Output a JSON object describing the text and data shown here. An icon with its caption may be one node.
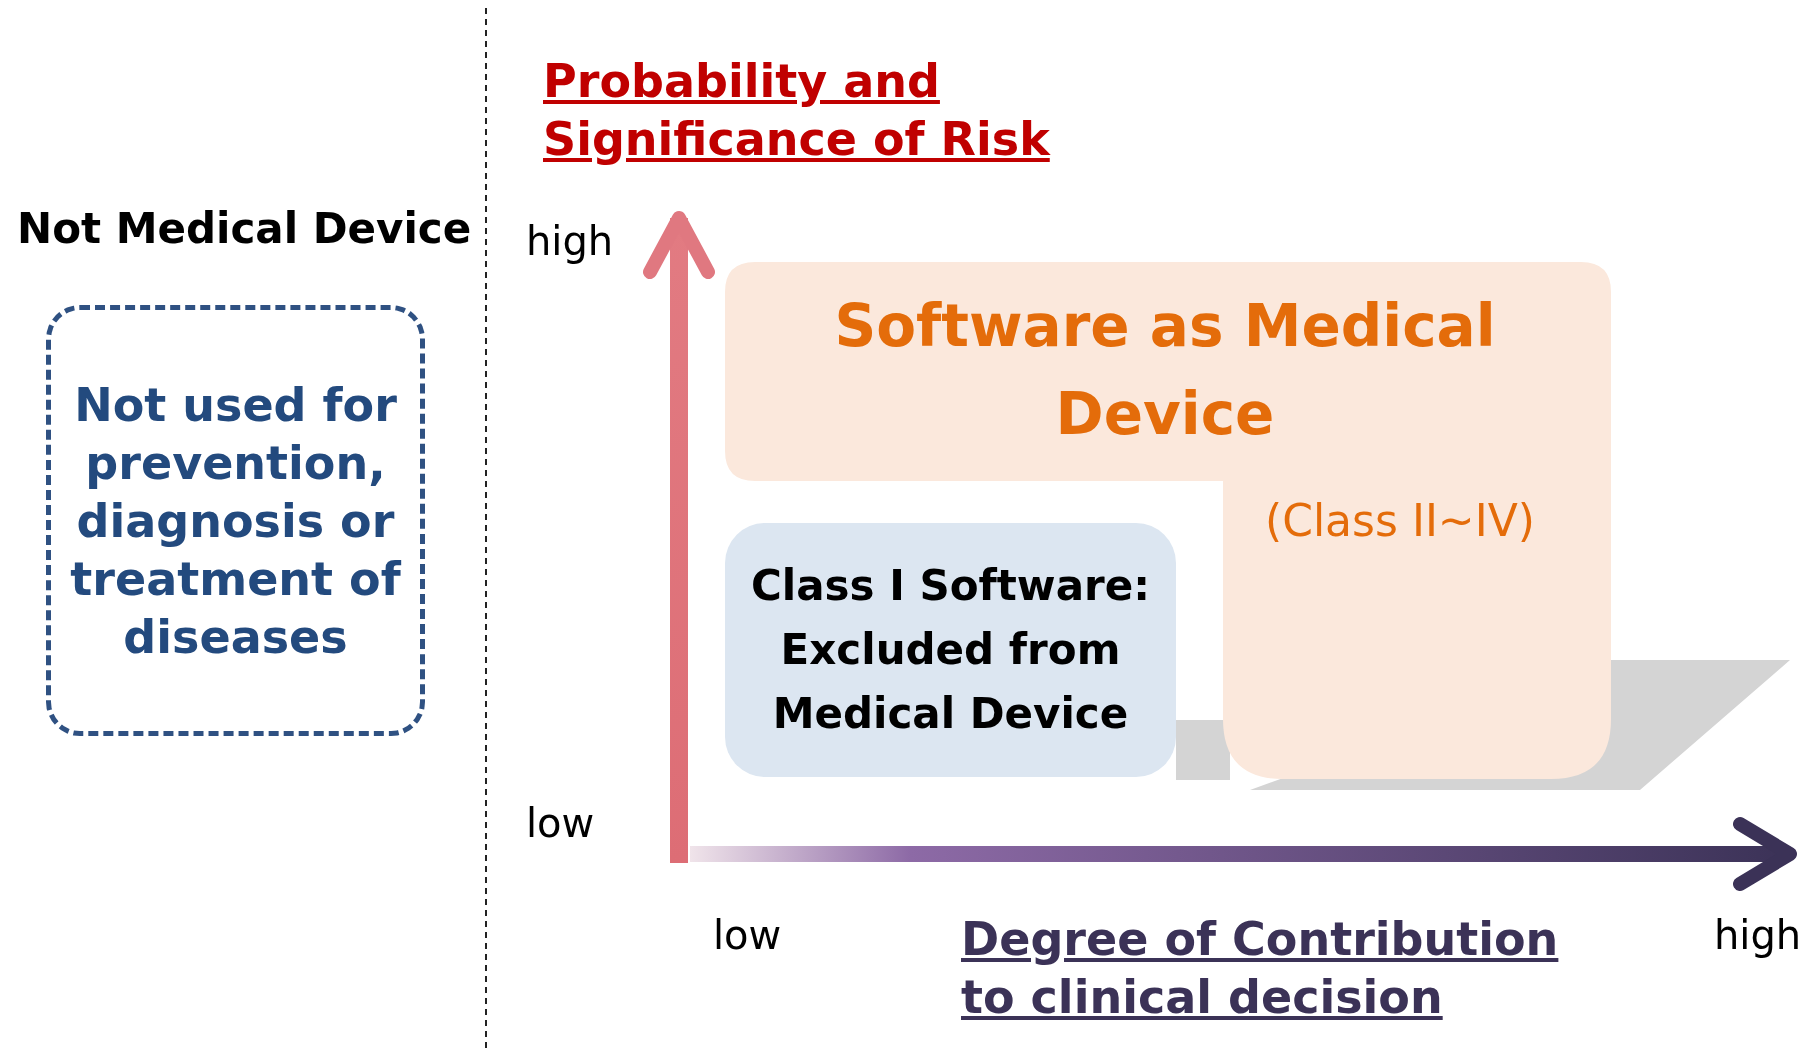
{
  "diagram": {
    "nodes": [
      {
        "text": [
          "Not Medical Device",
          "Not used for prevention, diagnosis or treatment of diseases"
        ]
      },
      {
        "text": [
          "Software as Medical Device",
          "(Class II~IV)"
        ]
      },
      {
        "text": [
          "Class I Software: Excluded from Medical Device"
        ]
      }
    ],
    "labels": [
      "Probability and Significance of Risk",
      "high",
      "low",
      "low",
      "Degree of Contribution to clinical decision",
      "high"
    ]
  }
}
